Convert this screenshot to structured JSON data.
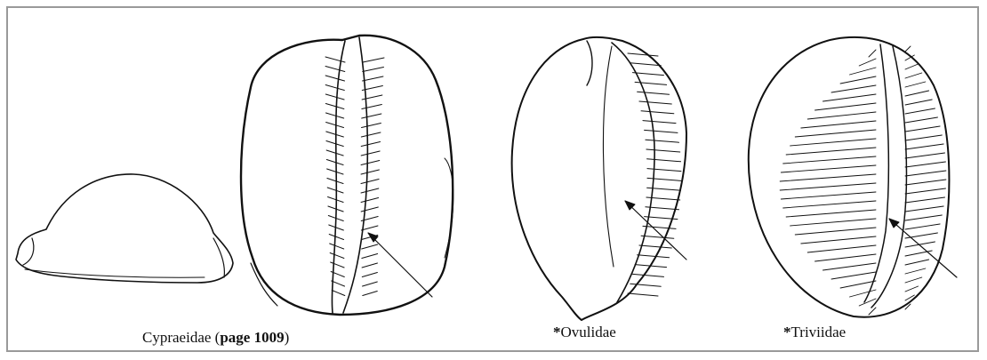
{
  "figure": {
    "families": [
      {
        "id": "cypraeidae",
        "name": "Cypraeidae",
        "prefix": "",
        "page_ref_open": " (",
        "page_ref": "page 1009",
        "page_ref_close": ")"
      },
      {
        "id": "ovulidae",
        "name": "Ovulidae",
        "prefix": "*"
      },
      {
        "id": "triviidae",
        "name": "Triviidae",
        "prefix": "*"
      }
    ]
  },
  "colors": {
    "frame": "#9a9a9a",
    "ink": "#111111",
    "paper": "#ffffff"
  }
}
